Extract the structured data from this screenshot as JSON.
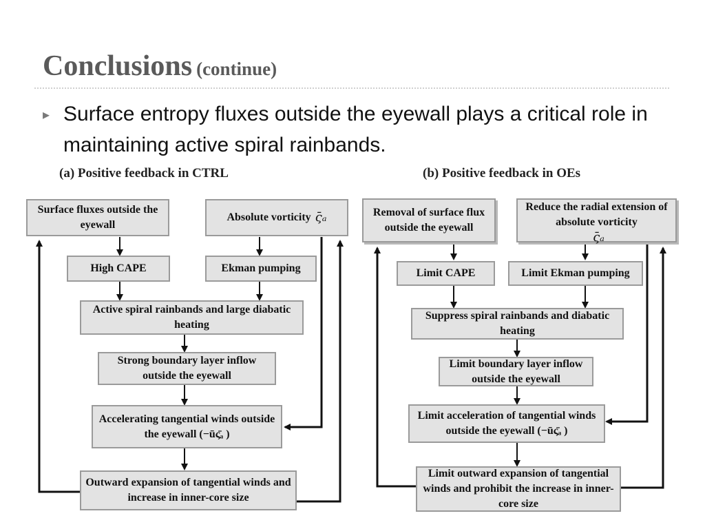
{
  "slide": {
    "title": "Conclusions",
    "title_suffix": "(continue)",
    "bullet": "Surface entropy fluxes outside the eyewall plays a critical role in maintaining active spiral rainbands."
  },
  "panel_a": {
    "title": "(a) Positive feedback in CTRL",
    "box1": "Surface fluxes outside the eyewall",
    "box2": "Absolute vorticity",
    "box2_symbol": "ς̄ₐ",
    "box3": "High CAPE",
    "box4": "Ekman pumping",
    "box5": "Active spiral rainbands and large diabatic heating",
    "box6": "Strong boundary layer inflow outside the eyewall",
    "box7": "Accelerating tangential winds outside the eyewall (−ūς̄ₐ )",
    "box8": "Outward expansion of tangential winds and increase in inner-core size"
  },
  "panel_b": {
    "title": "(b) Positive feedback in OEs",
    "box1": "Removal of surface flux outside the eyewall",
    "box2": "Reduce the radial extension of absolute vorticity",
    "box2_symbol": "ς̄ₐ",
    "box3": "Limit CAPE",
    "box4": "Limit Ekman pumping",
    "box5": "Suppress spiral rainbands and diabatic heating",
    "box6": "Limit boundary layer inflow outside the eyewall",
    "box7": "Limit acceleration of tangential winds outside the eyewall (−ūς̄ₐ )",
    "box8": "Limit outward expansion of tangential winds and prohibit the increase in inner-core size"
  }
}
